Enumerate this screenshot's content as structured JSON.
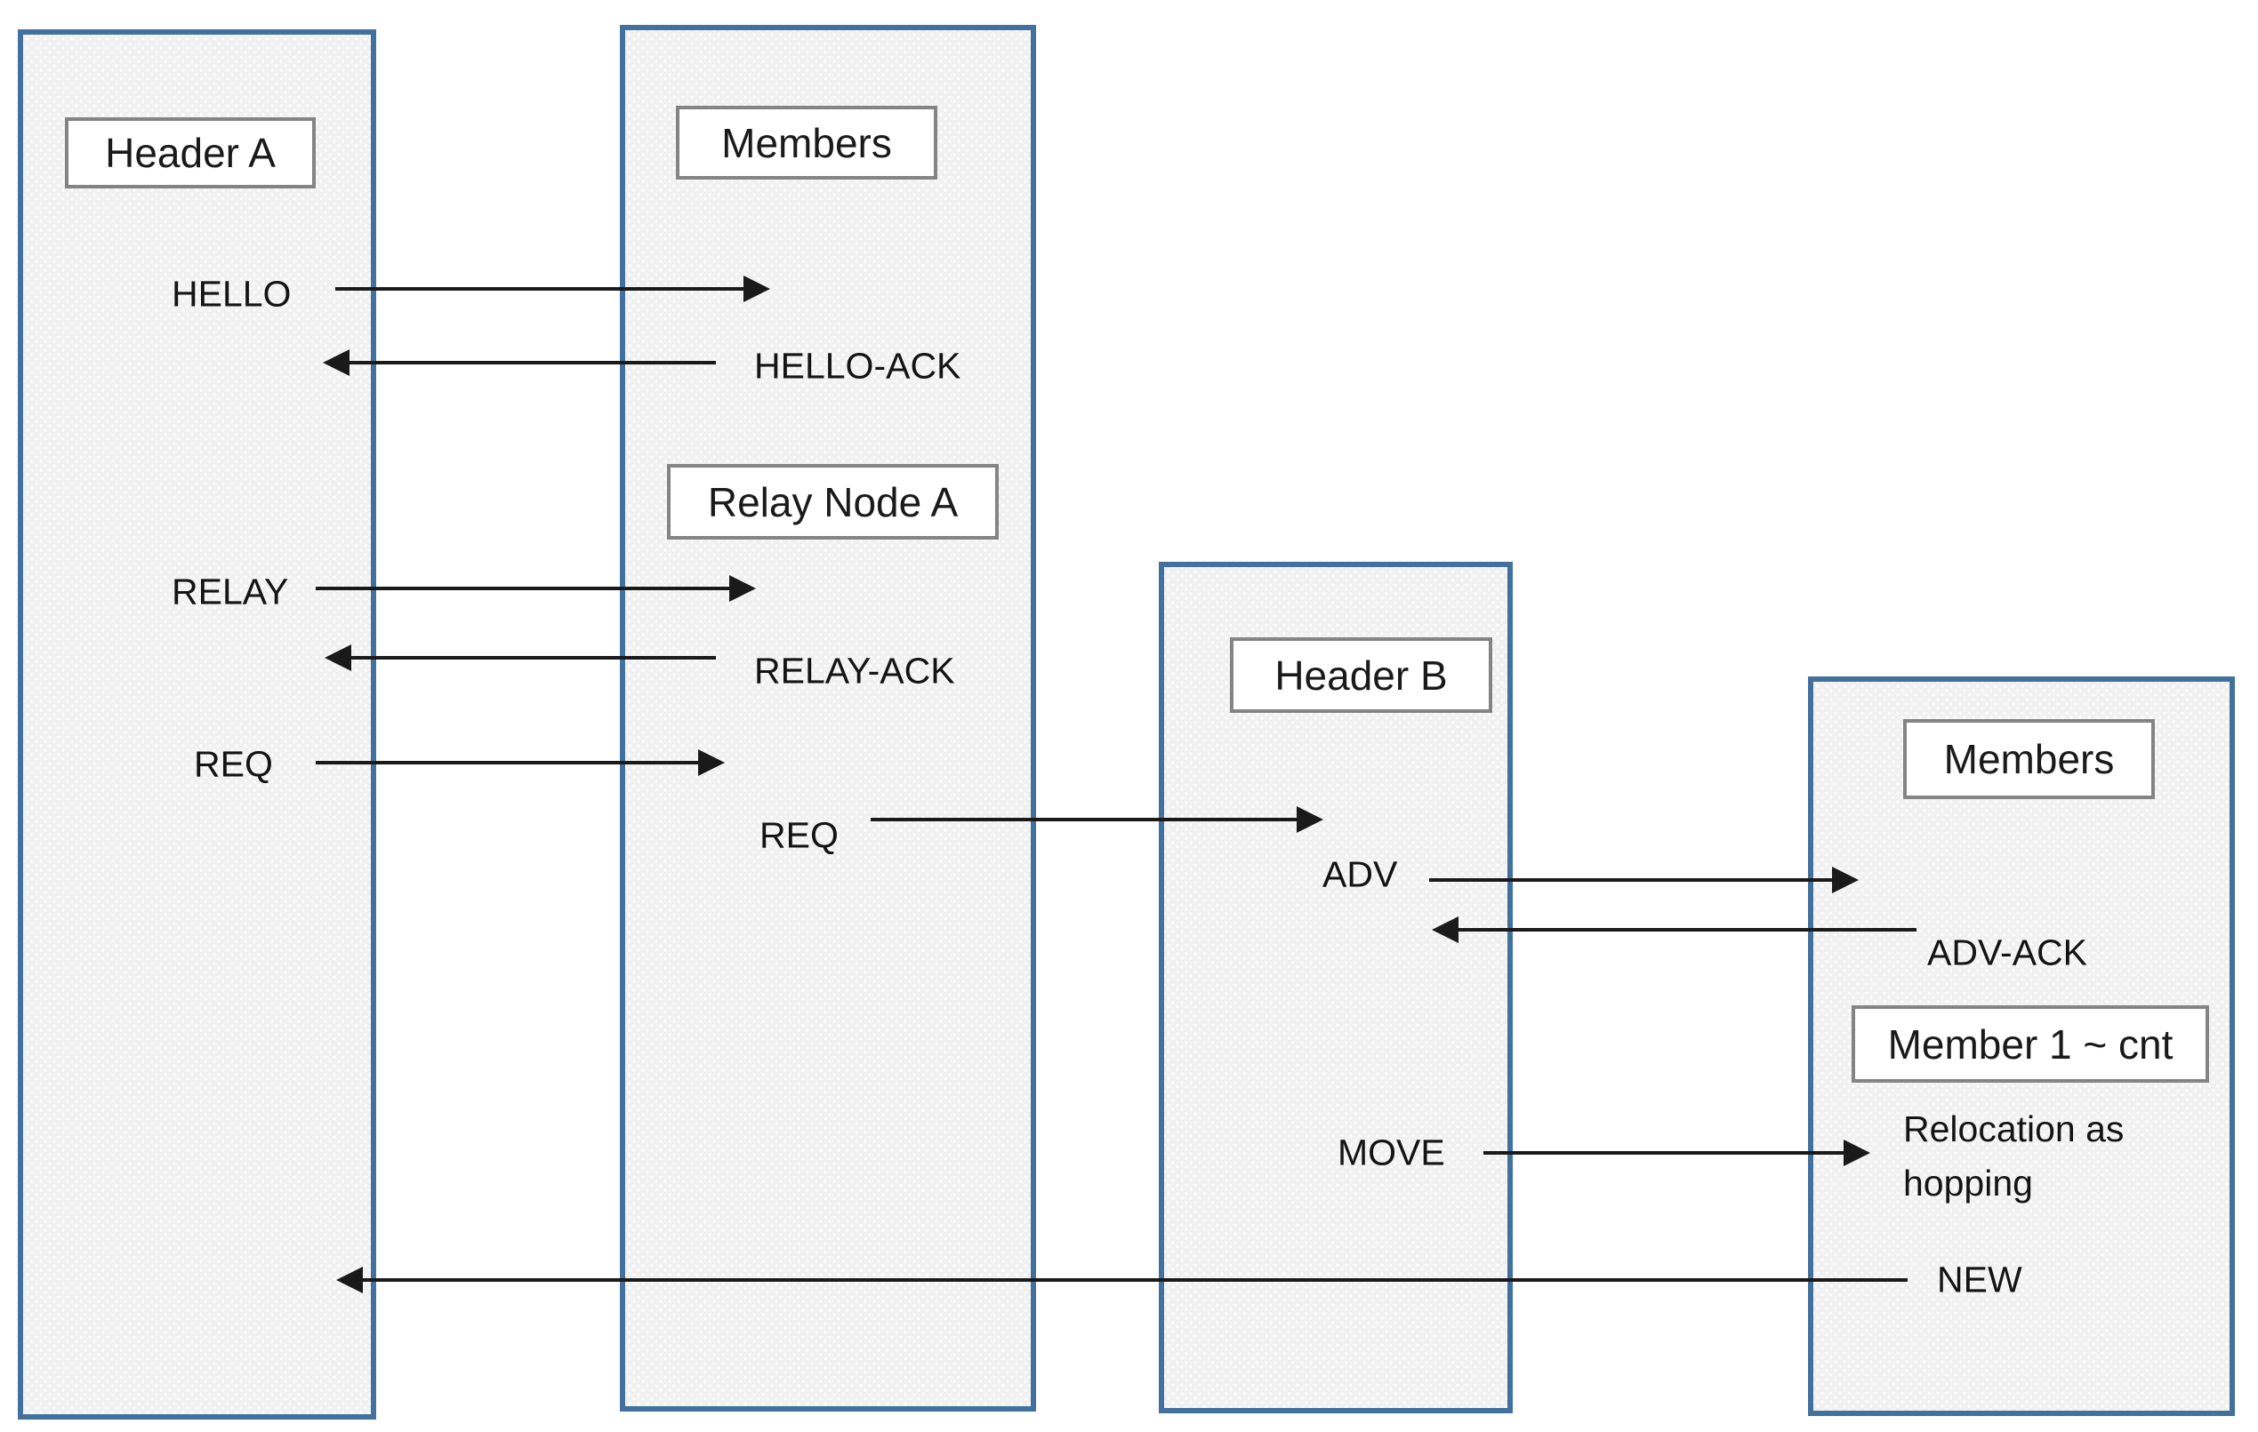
{
  "colors": {
    "column_border": "#41719c",
    "column_fill": "#f1f1f1",
    "column_dot_pattern": "#ffffff",
    "node_label_border": "#848484",
    "node_label_fill": "#ffffff",
    "arrow": "#1a1a1a",
    "text": "#141414",
    "background": "#ffffff"
  },
  "nodes": {
    "header_a": "Header A",
    "members_a": "Members",
    "relay_node_a": "Relay Node A",
    "header_b": "Header B",
    "members_b": "Members",
    "member_range": "Member 1 ~ cnt"
  },
  "messages": {
    "hello": "HELLO",
    "hello_ack": "HELLO-ACK",
    "relay": "RELAY",
    "relay_ack": "RELAY-ACK",
    "req_a": "REQ",
    "req_b": "REQ",
    "adv": "ADV",
    "adv_ack": "ADV-ACK",
    "move": "MOVE",
    "relocation_note": "Relocation as hopping",
    "new": "NEW"
  }
}
